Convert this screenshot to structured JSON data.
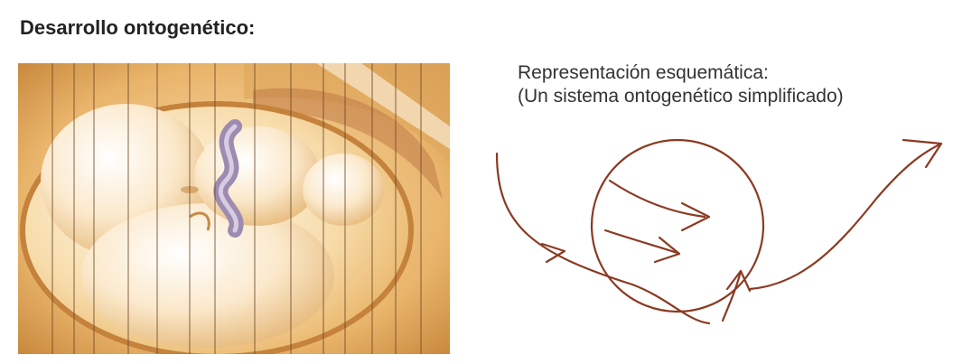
{
  "heading": "Desarrollo ontogenético:",
  "illustration": {
    "subject": "embryo-in-womb-illustration"
  },
  "schematic": {
    "caption_line1": "Representación esquemática:",
    "caption_line2": "(Un sistema ontogenético simplificado)"
  },
  "colors": {
    "line": "#8b3a22",
    "illustration_base": "#f3c98a",
    "illustration_shadow": "#d9a25a",
    "umbilical": "#9e8bb0"
  }
}
